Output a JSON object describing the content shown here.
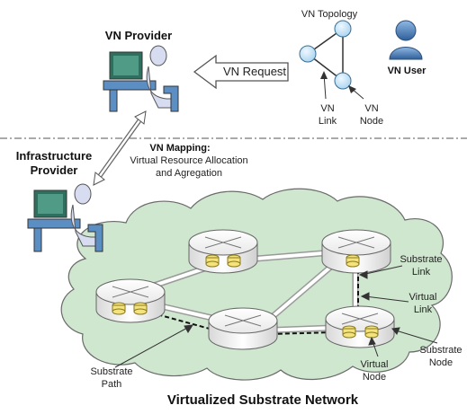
{
  "labels": {
    "vn_topology": "VN Topology",
    "vn_provider": "VN Provider",
    "vn_user": "VN User",
    "vn_request": "VN Request",
    "vn_link_1": "VN",
    "vn_link_2": "Link",
    "vn_node_1": "VN",
    "vn_node_2": "Node",
    "infra_1": "Infrastructure",
    "infra_2": "Provider",
    "vn_mapping_title": "VN Mapping:",
    "vn_mapping_line1": "Virtual Resource Allocation",
    "vn_mapping_line2": "and Agregation",
    "substrate_link_1": "Substrate",
    "substrate_link_2": "Link",
    "virtual_link_1": "Virtual",
    "virtual_link_2": "Link",
    "substrate_node_1": "Substrate",
    "substrate_node_2": "Node",
    "virtual_node_1": "Virtual",
    "virtual_node_2": "Node",
    "substrate_path_1": "Substrate",
    "substrate_path_2": "Path",
    "network_title": "Virtualized Substrate Network"
  },
  "colors": {
    "cloud_fill": "#cfe6cf",
    "vn_node_fill": "#c6e3f5",
    "router_fill": "#ffffff",
    "disk_fill": "#f4e27a",
    "user_blue": "#5b8fc4",
    "person_fill": "#d7dcf0",
    "monitor_green": "#2f6f5f"
  }
}
